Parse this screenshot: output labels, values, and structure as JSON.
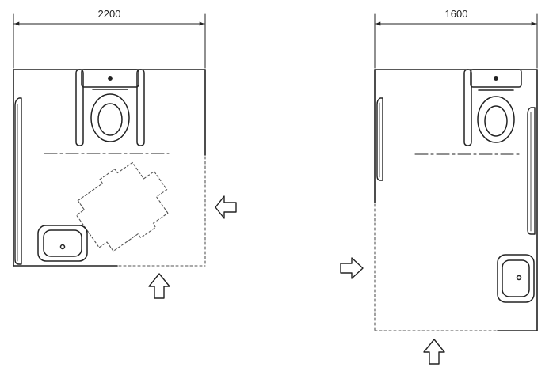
{
  "plans": [
    {
      "id": "plan-left",
      "width_label": "2200"
    },
    {
      "id": "plan-right",
      "width_label": "1600"
    }
  ],
  "colors": {
    "line": "#222222",
    "dashed": "#555555",
    "background": "#ffffff"
  }
}
